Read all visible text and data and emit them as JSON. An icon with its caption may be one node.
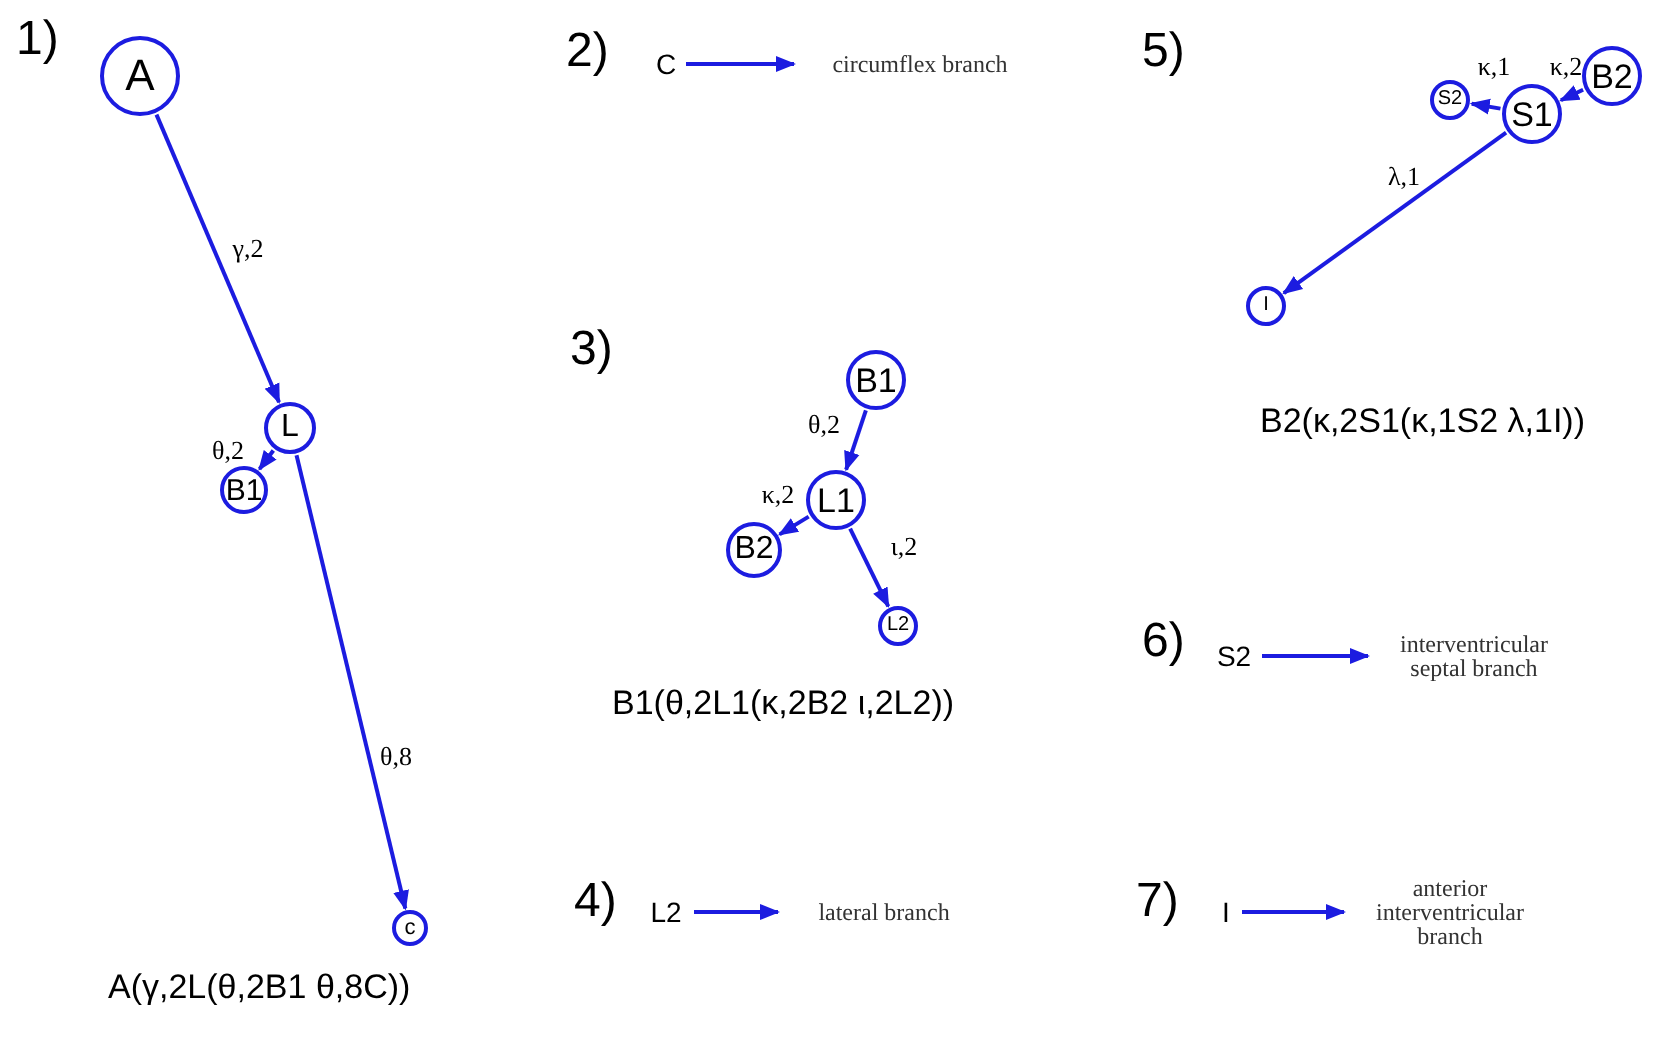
{
  "diagram": {
    "nodes": [
      {
        "text": [
          "A"
        ]
      },
      {
        "text": [
          "L"
        ]
      },
      {
        "text": [
          "B1"
        ]
      },
      {
        "text": [
          "c"
        ]
      },
      {
        "text": [
          "C"
        ]
      },
      {
        "text": [
          "circumflex branch"
        ]
      },
      {
        "text": [
          "B1"
        ]
      },
      {
        "text": [
          "L1"
        ]
      },
      {
        "text": [
          "B2"
        ]
      },
      {
        "text": [
          "L2"
        ]
      },
      {
        "text": [
          "L2"
        ]
      },
      {
        "text": [
          "lateral branch"
        ]
      },
      {
        "text": [
          "B2"
        ]
      },
      {
        "text": [
          "S1"
        ]
      },
      {
        "text": [
          "S2"
        ]
      },
      {
        "text": [
          "I"
        ]
      },
      {
        "text": [
          "S2"
        ]
      },
      {
        "text": [
          "interventricular septal branch"
        ]
      },
      {
        "text": [
          "I"
        ]
      },
      {
        "text": [
          "anterior interventricular branch"
        ]
      }
    ],
    "edges": [
      {
        "from": 0,
        "to": 1,
        "arrow": "to",
        "label": "γ,2"
      },
      {
        "from": 1,
        "to": 2,
        "arrow": "to",
        "label": "θ,2"
      },
      {
        "from": 1,
        "to": 3,
        "arrow": "to",
        "label": "θ,8"
      },
      {
        "from": 4,
        "to": 5,
        "arrow": "to"
      },
      {
        "from": 6,
        "to": 7,
        "arrow": "to",
        "label": "θ,2"
      },
      {
        "from": 7,
        "to": 8,
        "arrow": "to",
        "label": "κ,2"
      },
      {
        "from": 7,
        "to": 9,
        "arrow": "to",
        "label": "ι,2"
      },
      {
        "from": 10,
        "to": 11,
        "arrow": "to"
      },
      {
        "from": 12,
        "to": 13,
        "arrow": "to",
        "label": "κ,2"
      },
      {
        "from": 13,
        "to": 14,
        "arrow": "to",
        "label": "κ,1"
      },
      {
        "from": 13,
        "to": 15,
        "arrow": "to",
        "label": "λ,1"
      },
      {
        "from": 16,
        "to": 17,
        "arrow": "to"
      },
      {
        "from": 18,
        "to": 19,
        "arrow": "to"
      }
    ],
    "labels": [
      "1)",
      "2)",
      "5)",
      "3)",
      "A(γ,2L(θ,2B1 θ,8C))",
      "B2(κ,2S1(κ,1S2 λ,1I))",
      "6)",
      "B1(θ,2L1(κ,2B2 ι,2L2))",
      "4)",
      "7)"
    ]
  }
}
